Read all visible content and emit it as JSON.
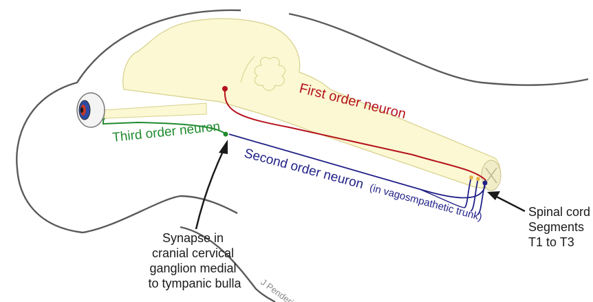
{
  "title": "",
  "colors": {
    "outline": "#5a5a5a",
    "brain_fill": "#fbf8d3",
    "brain_stroke": "#d7d08a",
    "first_order": "#b5121b",
    "second_order": "#1f1f86",
    "third_order": "#1f8a2e",
    "annotation": "#1a1a1a"
  },
  "labels": {
    "first_order": "First order neuron",
    "third_order": "Third order neuron",
    "second_order_main": "Second order neuron",
    "second_order_note": "(in vagosmpathetic trunk)",
    "synapse": [
      "Synapse in",
      "cranial cervical",
      "ganglion medial",
      "to tympanic bulla"
    ],
    "spinal": [
      "Spinal cord",
      "Segments",
      "T1 to T3"
    ],
    "signature": "J Penderis"
  },
  "icons": {
    "eye": "eye-icon"
  }
}
